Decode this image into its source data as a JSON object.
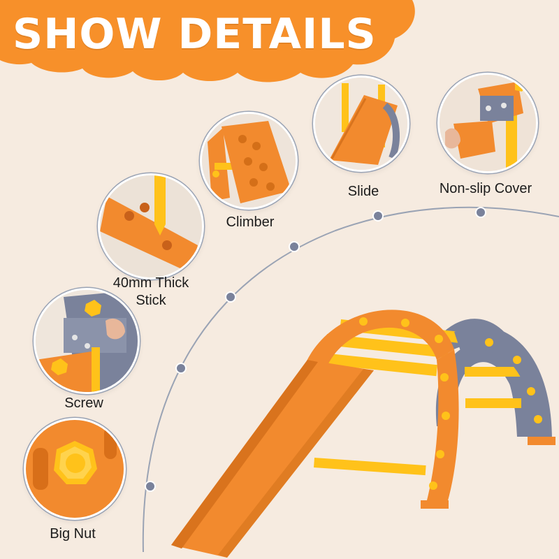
{
  "banner": {
    "title": "SHOW DETAILS",
    "color": "#f7902a"
  },
  "colors": {
    "orange": "#f28a2e",
    "gray_blue": "#7a829b",
    "yellow": "#ffc21a",
    "background": "#f6ebe0"
  },
  "details": [
    {
      "label": "Slide",
      "icon": "slide-detail"
    },
    {
      "label": "Non-slip Cover",
      "icon": "non-slip-cover-detail"
    },
    {
      "label": "Climber",
      "icon": "climber-detail"
    },
    {
      "label": "40mm Thick",
      "label2": "Stick",
      "icon": "stick-detail"
    },
    {
      "label": "Screw",
      "icon": "screw-detail"
    },
    {
      "label": "Big Nut",
      "icon": "big-nut-detail"
    }
  ]
}
